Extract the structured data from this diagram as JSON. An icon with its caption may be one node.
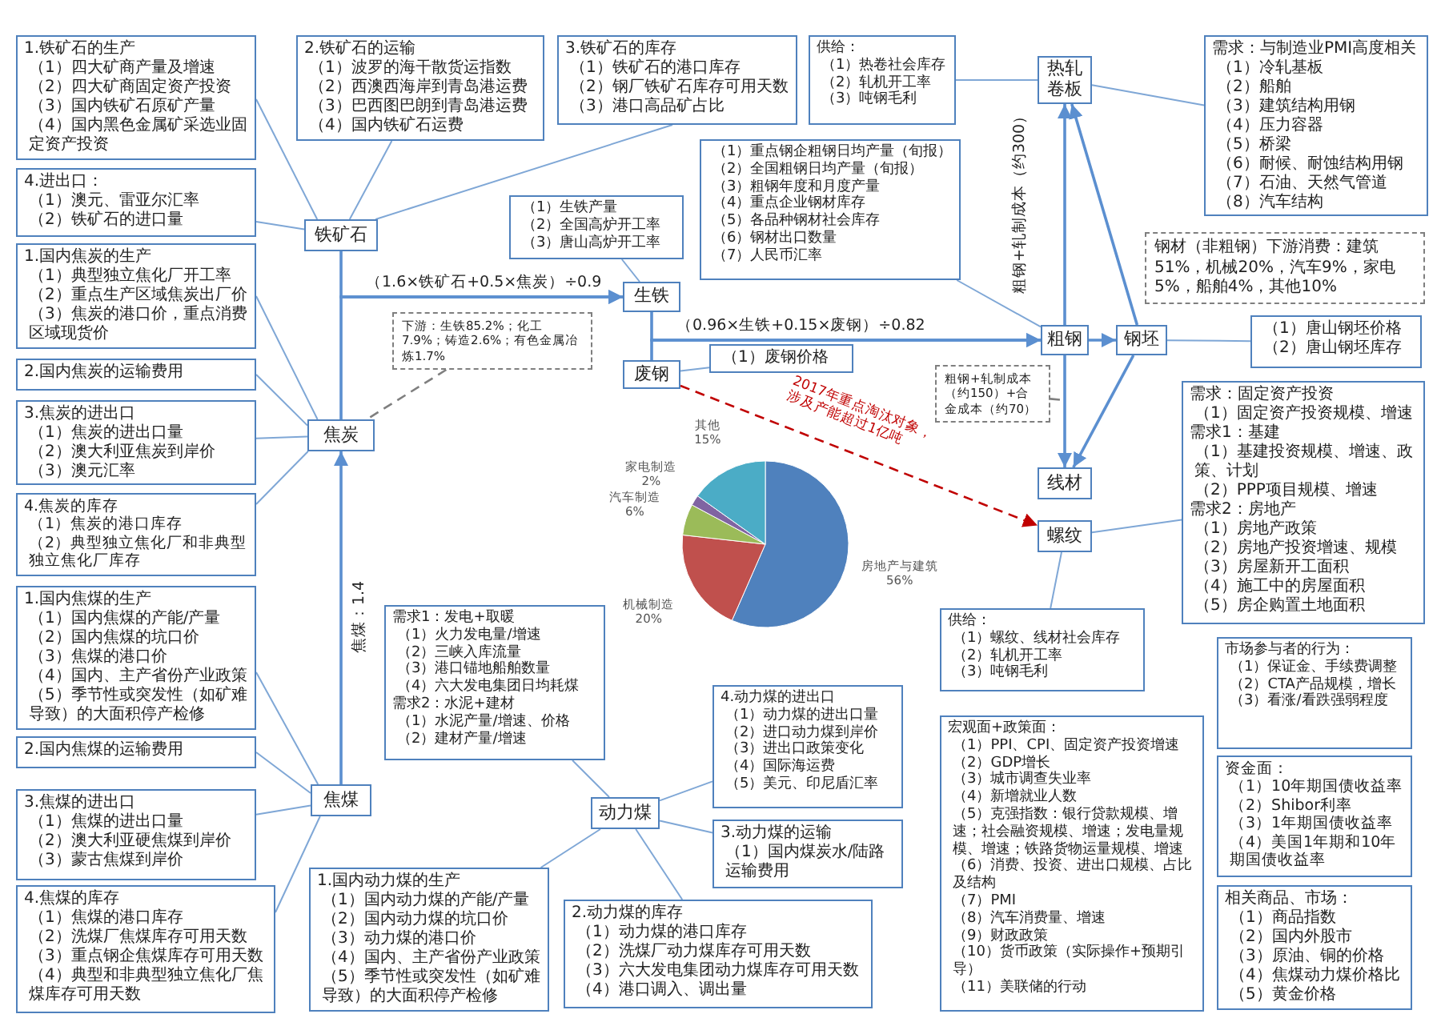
{
  "diagram": {
    "nodes": [
      {
        "text": [
          "1.铁矿石的生产",
          "（1）四大矿商产量及增速",
          "（2）四大矿商固定资产投资",
          "（3）国内铁矿石原矿产量",
          "（4）国内黑色金属矿采选业固定资产投资"
        ]
      },
      {
        "text": [
          "2.铁矿石的运输",
          "（1）波罗的海干散货运指数",
          "（2）西澳西海岸到青岛港运费",
          "（3）巴西图巴朗到青岛港运费",
          "（4）国内铁矿石运费"
        ]
      },
      {
        "text": [
          "3.铁矿石的库存",
          "（1）铁矿石的港口库存",
          "（2）钢厂铁矿石库存可用天数",
          "（3）港口高品矿占比"
        ]
      },
      {
        "text": [
          "供给：",
          "（1）热卷社会库存",
          "（2）轧机开工率",
          "（3）吨钢毛利"
        ]
      },
      {
        "text": [
          "需求：与制造业PMI高度相关",
          "（1）冷轧基板",
          "（2）船舶",
          "（3）建筑结构用钢",
          "（4）压力容器",
          "（5）桥梁",
          "（6）耐候、耐蚀结构用钢",
          "（7）石油、天然气管道",
          "（8）汽车结构"
        ]
      },
      {
        "text": [
          "4.进出口：",
          "（1）澳元、雷亚尔汇率",
          "（2）铁矿石的进口量"
        ]
      },
      {
        "text": [
          "铁矿石"
        ]
      },
      {
        "text": [
          "1.国内焦炭的生产",
          "（1）典型独立焦化厂开工率",
          "（2）重点生产区域焦炭出厂价",
          "（3）焦炭的港口价，重点消费区域现货价"
        ]
      },
      {
        "text": [
          "2.国内焦炭的运输费用"
        ]
      },
      {
        "text": [
          "3.焦炭的进出口",
          "（1）焦炭的进出口量",
          "（2）澳大利亚焦炭到岸价",
          "（3）澳元汇率"
        ]
      },
      {
        "text": [
          "4.焦炭的库存",
          "（1）焦炭的港口库存",
          "（2）典型独立焦化厂和非典型独立焦化厂库存"
        ]
      },
      {
        "text": [
          "焦炭"
        ]
      },
      {
        "text": [
          "下游：生铁85.2%；化工7.9%；铸造2.6%；有色金属冶炼1.7%"
        ]
      },
      {
        "text": [
          "（1）生铁产量",
          "（2）全国高炉开工率",
          "（3）唐山高炉开工率"
        ]
      },
      {
        "text": [
          "生铁"
        ]
      },
      {
        "text": [
          "（1）重点钢企粗钢日均产量（旬报）",
          "（2）全国粗钢日均产量（旬报）",
          "（3）粗钢年度和月度产量",
          "（4）重点企业钢材库存",
          "（5）各品种钢材社会库存",
          "（6）钢材出口数量",
          "（7）人民币汇率"
        ]
      },
      {
        "text": [
          "热轧卷板"
        ]
      },
      {
        "text": [
          "钢材（非粗钢）下游消费：建筑51%，机械20%，汽车9%，家电5%，船舶4%，其他10%"
        ]
      },
      {
        "text": [
          "废钢"
        ]
      },
      {
        "text": [
          "（1）废钢价格"
        ]
      },
      {
        "text": [
          "粗钢"
        ]
      },
      {
        "text": [
          "钢坯"
        ]
      },
      {
        "text": [
          "（1）唐山钢坯价格",
          "（2）唐山钢坯库存"
        ]
      },
      {
        "text": [
          "粗钢+轧制成本（约150）+合金成本（约70）"
        ]
      },
      {
        "text": [
          "线材"
        ]
      },
      {
        "text": [
          "螺纹"
        ]
      },
      {
        "text": [
          "需求：固定资产投资",
          "（1）固定资产投资规模、增速",
          "需求1：基建",
          "（1）基建投资规模、增速、政策、计划",
          "（2）PPP项目规模、增速",
          "需求2：房地产",
          "（1）房地产政策",
          "（2）房地产投资增速、规模",
          "（3）房屋新开工面积",
          "（4）施工中的房屋面积",
          "（5）房企购置土地面积"
        ]
      },
      {
        "text": [
          "1.国内焦煤的生产",
          "（1）国内焦煤的产能/产量",
          "（2）国内焦煤的坑口价",
          "（3）焦煤的港口价",
          "（4）国内、主产省份产业政策",
          "（5）季节性或突发性（如矿难导致）的大面积停产检修"
        ]
      },
      {
        "text": [
          "2.国内焦煤的运输费用"
        ]
      },
      {
        "text": [
          "3.焦煤的进出口",
          "（1）焦煤的进出口量",
          "（2）澳大利亚硬焦煤到岸价",
          "（3）蒙古焦煤到岸价"
        ]
      },
      {
        "text": [
          "4.焦煤的库存",
          "（1）焦煤的港口库存",
          "（2）洗煤厂焦煤库存可用天数",
          "（3）重点钢企焦煤库存可用天数",
          "（4）典型和非典型独立焦化厂焦煤库存可用天数"
        ]
      },
      {
        "text": [
          "焦煤"
        ]
      },
      {
        "text": [
          "需求1：发电+取暖",
          "（1）火力发电量/增速",
          "（2）三峡入库流量",
          "（3）港口锚地船舶数量",
          "（4）六大发电集团日均耗煤",
          "需求2：水泥+建材",
          "（1）水泥产量/增速、价格",
          "（2）建材产量/增速"
        ]
      },
      {
        "text": [
          "4.动力煤的进出口",
          "（1）动力煤的进出口量",
          "（2）进口动力煤到岸价",
          "（3）进出口政策变化",
          "（4）国际海运费",
          "（5）美元、印尼盾汇率"
        ]
      },
      {
        "text": [
          "3.动力煤的运输",
          "（1）国内煤炭水/陆路运输费用"
        ]
      },
      {
        "text": [
          "动力煤"
        ]
      },
      {
        "text": [
          "供给：",
          "（1）螺纹、线材社会库存",
          "（2）轧机开工率",
          "（3）吨钢毛利"
        ]
      },
      {
        "text": [
          "宏观面+政策面：",
          "（1）PPI、CPI、固定资产投资增速",
          "（2）GDP增长",
          "（3）城市调查失业率",
          "（4）新增就业人数",
          "（5）克强指数：银行贷款规模、增速；社会融资规模、增速；发电量规模、增速；铁路货物运量规模、增速",
          "（6）消费、投资、进出口规模、占比及结构",
          "（7）PMI",
          "（8）汽车消费量、增速",
          "（9）财政政策",
          "（10）货币政策（实际操作+预期引导）",
          "（11）美联储的行动"
        ]
      },
      {
        "text": [
          "市场参与者的行为：",
          "（1）保证金、手续费调整",
          "（2）CTA产品规模，增长",
          "（3）看涨/看跌强弱程度"
        ]
      },
      {
        "text": [
          "资金面：",
          "（1）10年期国债收益率",
          "（2）Shibor利率",
          "（3）1年期国债收益率",
          "（4）美国1年期和10年期国债收益率"
        ]
      },
      {
        "text": [
          "2.动力煤的库存",
          "（1）动力煤的港口库存",
          "（2）洗煤厂动力煤库存可用天数",
          "（3）六大发电集团动力煤库存可用天数",
          "（4）港口调入、调出量"
        ]
      },
      {
        "text": [
          "1.国内动力煤的生产",
          "（1）国内动力煤的产能/产量",
          "（2）国内动力煤的坑口价",
          "（3）动力煤的港口价",
          "（4）国内、主产省份产业政策",
          "（5）季节性或突发性（如矿难导致）的大面积停产检修"
        ]
      },
      {
        "text": [
          "相关商品、市场：",
          "（1）商品指数",
          "（2）国内外股市",
          "（3）原油、铜的价格",
          "（4）焦煤动力煤价格比",
          "（5）黄金价格"
        ]
      }
    ],
    "edges": [
      {
        "from": 0,
        "to": 6,
        "arrow": "none"
      },
      {
        "from": 1,
        "to": 6,
        "arrow": "none"
      },
      {
        "from": 2,
        "to": 6,
        "arrow": "none"
      },
      {
        "from": 5,
        "to": 6,
        "arrow": "none"
      },
      {
        "from": 6,
        "to": 14,
        "arrow": "to",
        "label": "（1.6×铁矿石+0.5×焦炭）÷0.9"
      },
      {
        "from": 11,
        "to": 14,
        "arrow": "to"
      },
      {
        "from": 31,
        "to": 11,
        "arrow": "to",
        "label": "焦煤：1.4"
      },
      {
        "from": 7,
        "to": 11,
        "arrow": "none"
      },
      {
        "from": 8,
        "to": 11,
        "arrow": "none"
      },
      {
        "from": 9,
        "to": 11,
        "arrow": "none"
      },
      {
        "from": 10,
        "to": 11,
        "arrow": "none"
      },
      {
        "from": 12,
        "to": 11,
        "arrow": "none",
        "style": "dashed"
      },
      {
        "from": 13,
        "to": 14,
        "arrow": "none"
      },
      {
        "from": 14,
        "to": 20,
        "arrow": "to",
        "label": "（0.96×生铁+0.15×废钢）÷0.82"
      },
      {
        "from": 18,
        "to": 20,
        "arrow": "to"
      },
      {
        "from": 19,
        "to": 18,
        "arrow": "none"
      },
      {
        "from": 15,
        "to": 20,
        "arrow": "none"
      },
      {
        "from": 20,
        "to": 21,
        "arrow": "to"
      },
      {
        "from": 20,
        "to": 16,
        "arrow": "to",
        "label": "粗钢+轧制成本（约300）"
      },
      {
        "from": 21,
        "to": 16,
        "arrow": "to"
      },
      {
        "from": 20,
        "to": 24,
        "arrow": "to"
      },
      {
        "from": 21,
        "to": 24,
        "arrow": "to"
      },
      {
        "from": 3,
        "to": 16,
        "arrow": "none"
      },
      {
        "from": 16,
        "to": 4,
        "arrow": "none"
      },
      {
        "from": 21,
        "to": 22,
        "arrow": "none"
      },
      {
        "from": 23,
        "to": null,
        "arrow": "none",
        "style": "dashed"
      },
      {
        "from": 18,
        "to": 25,
        "arrow": "to",
        "style": "dashed",
        "color": "#c00000",
        "label": "2017年重点淘汰对象，涉及产能超过1亿吨"
      },
      {
        "from": 25,
        "to": 26,
        "arrow": "none"
      },
      {
        "from": 25,
        "to": 36,
        "arrow": "none"
      },
      {
        "from": 27,
        "to": 31,
        "arrow": "none"
      },
      {
        "from": 28,
        "to": 31,
        "arrow": "none"
      },
      {
        "from": 29,
        "to": 31,
        "arrow": "none"
      },
      {
        "from": 30,
        "to": 31,
        "arrow": "none"
      },
      {
        "from": 32,
        "to": 35,
        "arrow": "none"
      },
      {
        "from": 33,
        "to": 35,
        "arrow": "none"
      },
      {
        "from": 34,
        "to": 35,
        "arrow": "none"
      },
      {
        "from": 40,
        "to": 35,
        "arrow": "none"
      },
      {
        "from": 41,
        "to": 35,
        "arrow": "none"
      }
    ],
    "chart_data": {
      "type": "pie",
      "categories": [
        "房地产与建筑",
        "机械制造",
        "汽车制造",
        "家电制造",
        "其他"
      ],
      "values": [
        56,
        20,
        6,
        2,
        15
      ],
      "value_labels": [
        "56%",
        "20%",
        "6%",
        "2%",
        "15%"
      ],
      "data_labels": true
    }
  }
}
